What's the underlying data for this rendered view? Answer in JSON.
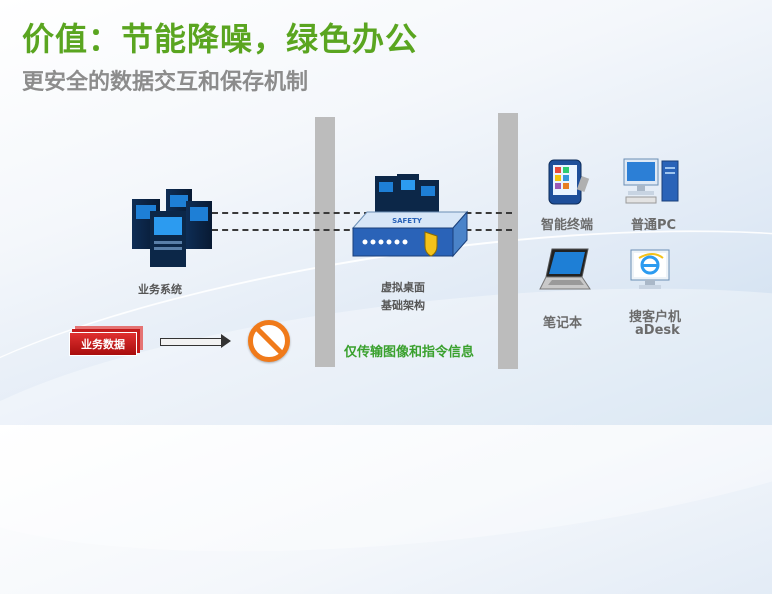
{
  "header": {
    "title": "价值：节能降噪，绿色办公",
    "subtitle": "更安全的数据交互和保存机制"
  },
  "left": {
    "servers_label": "业务系统",
    "data_tag": "业务数据"
  },
  "middle": {
    "appliance_text": "SAFETY",
    "label_line1": "虚拟桌面",
    "label_line2": "基础架构",
    "flow_note": "仅传输图像和指令信息"
  },
  "devices": {
    "smart_terminal": "智能终端",
    "pc": "普通PC",
    "notebook": "笔记本",
    "thin_client_line1": "搜客户机",
    "thin_client_line2": "aDesk"
  },
  "colors": {
    "title_green": "#5aa520",
    "flow_green": "#3aa12e",
    "server_blue": "#1e7fd6",
    "tag_red": "#c21b1b",
    "forbid_orange": "#f07a1a"
  },
  "icons": [
    "server-stack-icon",
    "safety-appliance-icon",
    "tablet-icon",
    "desktop-pc-icon",
    "laptop-icon",
    "ie-monitor-icon",
    "forbidden-icon"
  ]
}
